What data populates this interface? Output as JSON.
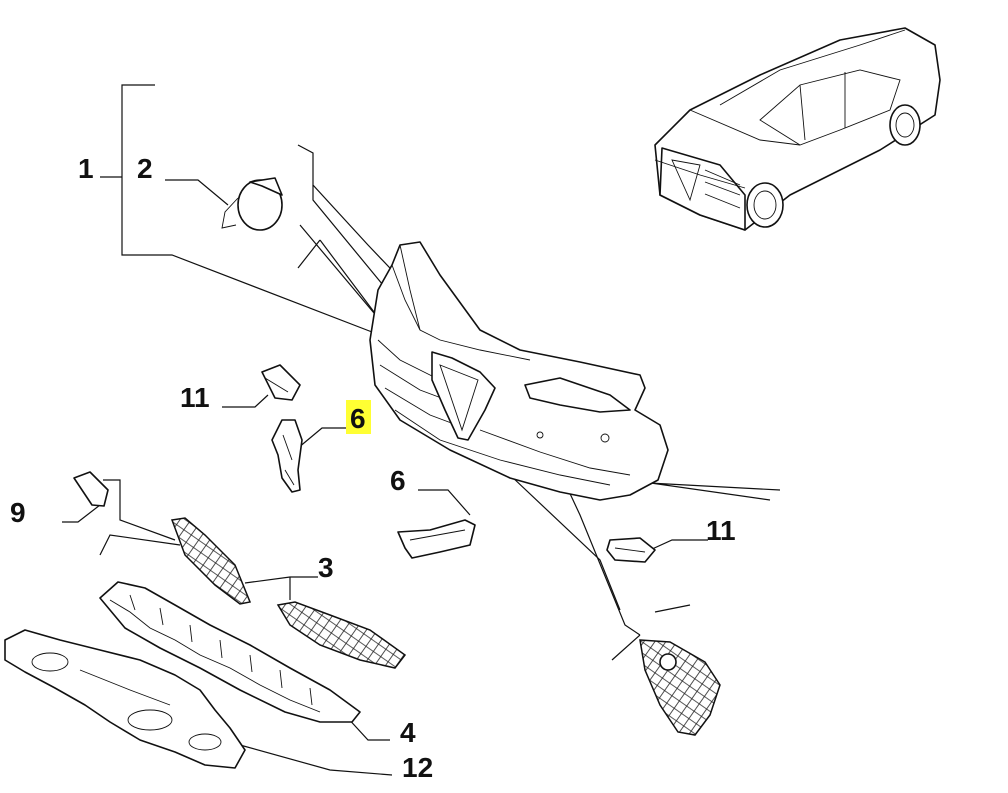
{
  "diagram": {
    "callouts": [
      {
        "id": "c1",
        "label": "1"
      },
      {
        "id": "c2",
        "label": "2"
      },
      {
        "id": "c11a",
        "label": "11"
      },
      {
        "id": "c6a",
        "label": "6",
        "highlighted": true
      },
      {
        "id": "c6b",
        "label": "6"
      },
      {
        "id": "c9",
        "label": "9"
      },
      {
        "id": "c3",
        "label": "3"
      },
      {
        "id": "c11b",
        "label": "11"
      },
      {
        "id": "c4",
        "label": "4"
      },
      {
        "id": "c12",
        "label": "12"
      }
    ],
    "highlight_color": "#ffff33"
  }
}
